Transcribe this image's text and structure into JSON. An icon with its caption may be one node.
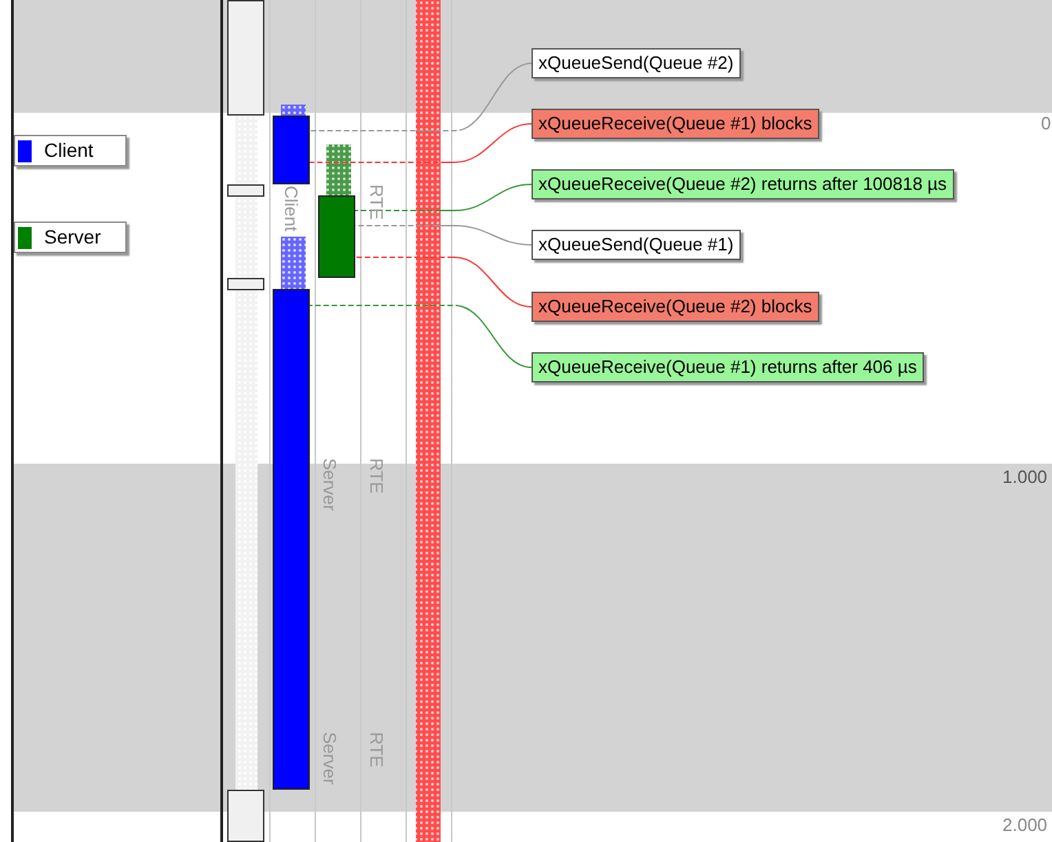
{
  "diagram": {
    "nodes": [
      {
        "text": [
          "xQueueSend(Queue #2)"
        ]
      },
      {
        "text": [
          "xQueueReceive(Queue #1) blocks"
        ]
      },
      {
        "text": [
          "xQueueReceive(Queue #2) returns after 100818 µs"
        ]
      },
      {
        "text": [
          "xQueueSend(Queue #1)"
        ]
      },
      {
        "text": [
          "xQueueReceive(Queue #2) blocks"
        ]
      },
      {
        "text": [
          "xQueueReceive(Queue #1) returns after 406 µs"
        ]
      },
      {
        "text": [],
        "shape": "bar"
      },
      {
        "text": [],
        "shape": "bar"
      },
      {
        "text": [],
        "shape": "bar"
      }
    ],
    "edges": [
      {
        "from": 0,
        "to": 6,
        "arrow": "none",
        "color": "#999999"
      },
      {
        "from": 1,
        "to": 6,
        "arrow": "none",
        "color": "#ff3333"
      },
      {
        "from": 2,
        "to": 7,
        "arrow": "none",
        "color": "#339933"
      },
      {
        "from": 3,
        "to": 7,
        "arrow": "none",
        "color": "#999999"
      },
      {
        "from": 4,
        "to": 7,
        "arrow": "none",
        "color": "#ff3333"
      },
      {
        "from": 5,
        "to": 8,
        "arrow": "none",
        "color": "#339933"
      }
    ],
    "labels": [
      "0",
      "Client",
      "RTE",
      "Server",
      "RTE",
      "1.000",
      "Server",
      "RTE",
      "2.000"
    ],
    "legend": [
      {
        "text": "Client",
        "color": "#0000ff"
      },
      {
        "text": "Server",
        "color": "#008000"
      }
    ]
  }
}
